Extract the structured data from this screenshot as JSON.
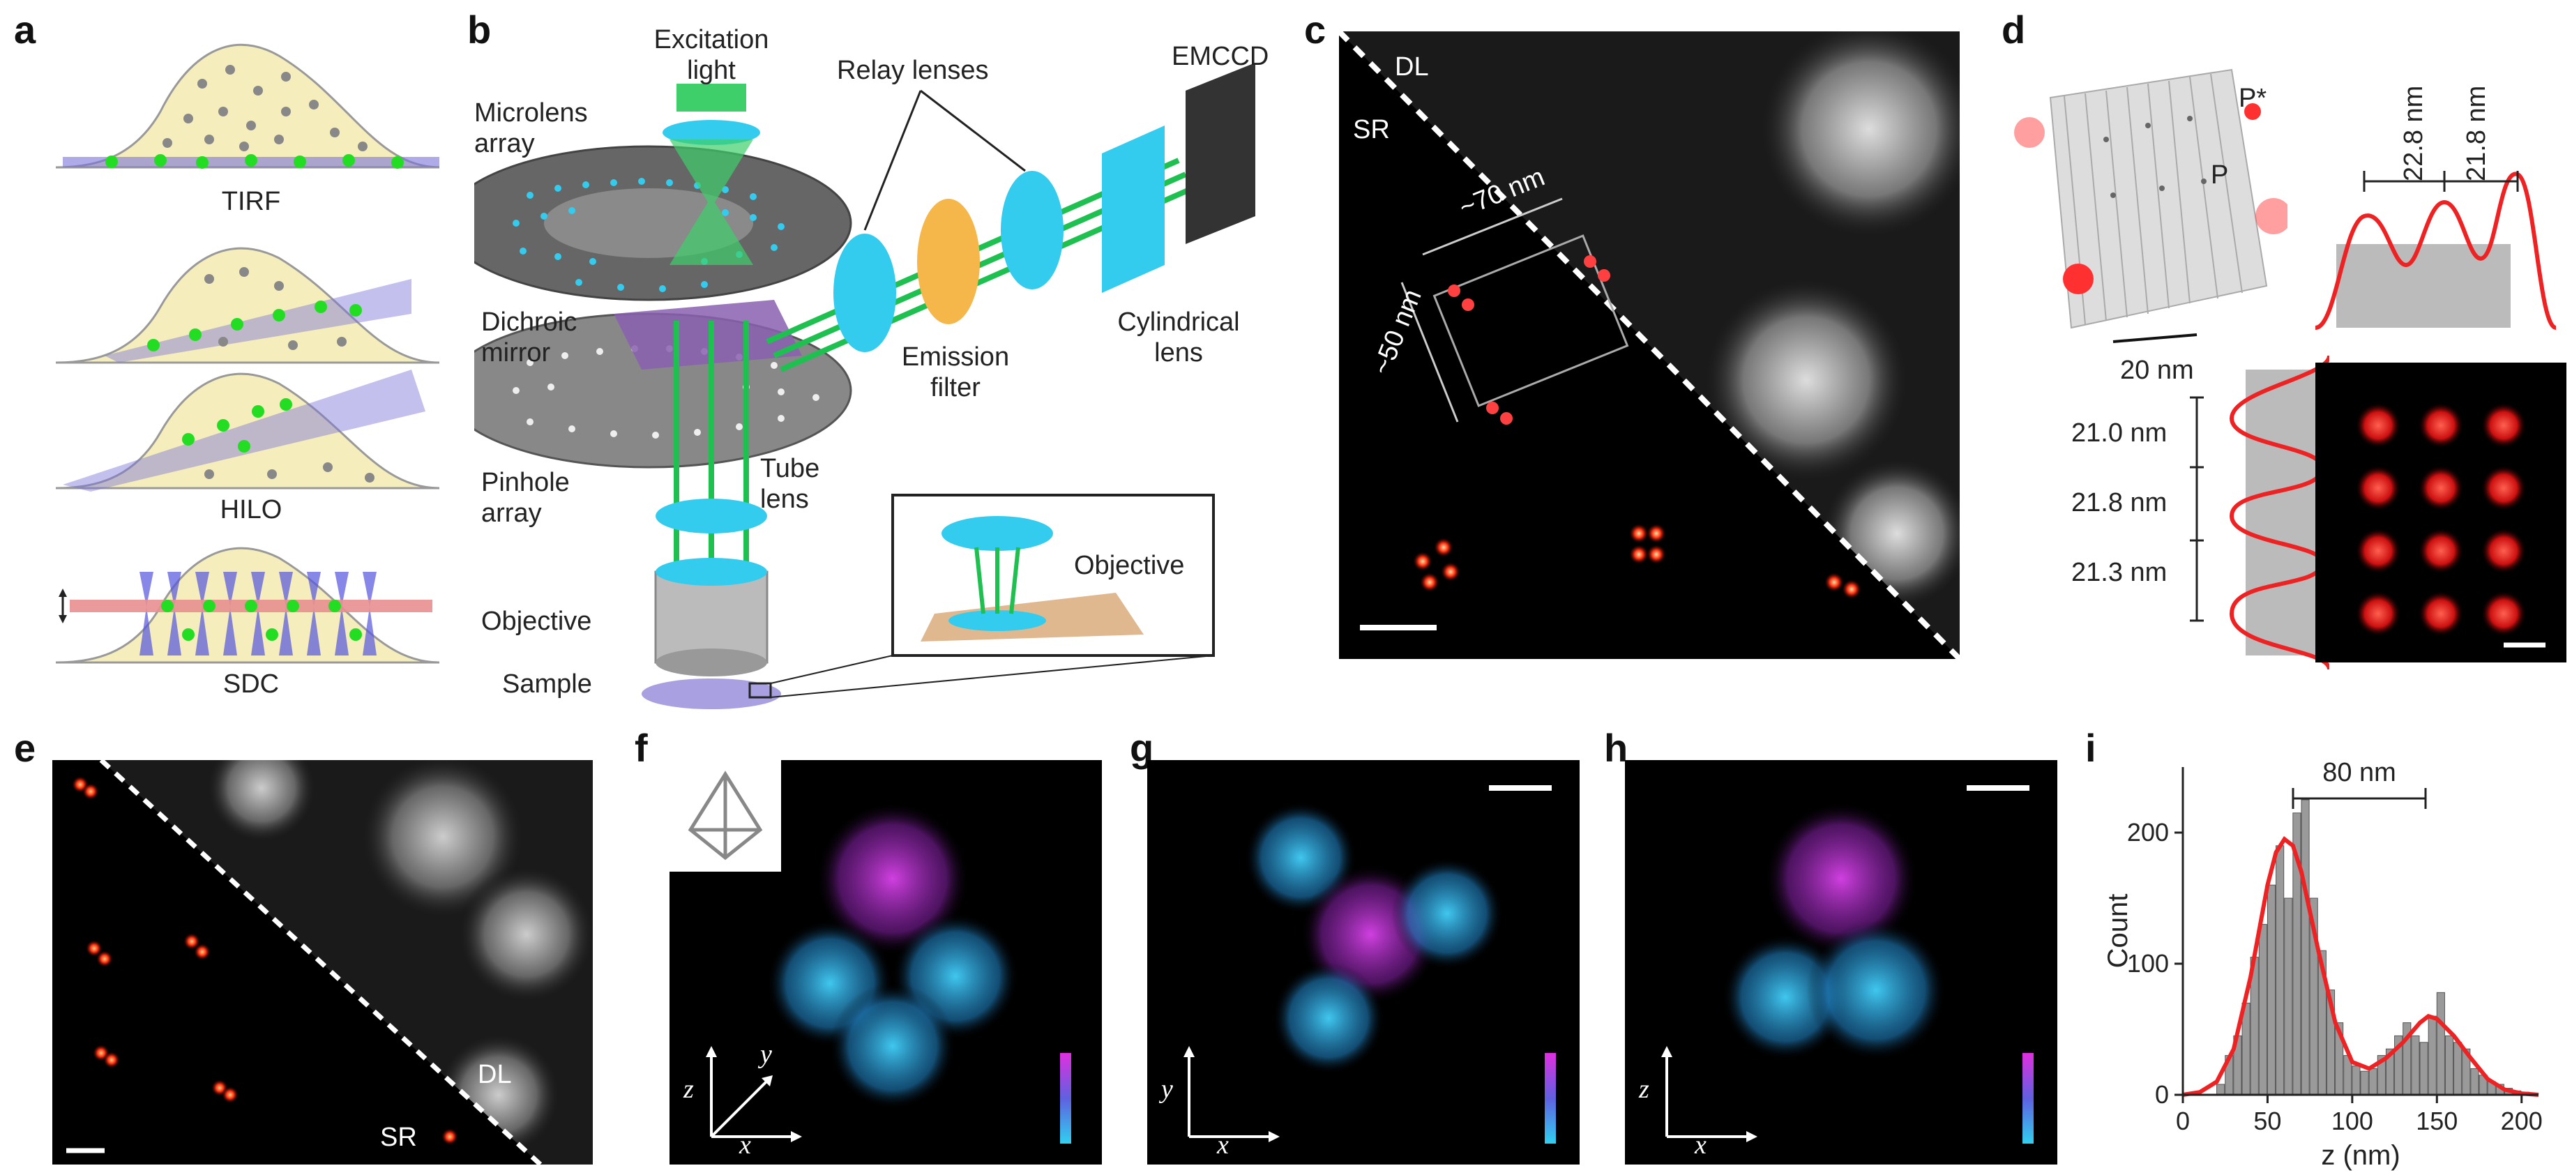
{
  "panel_labels": [
    "a",
    "b",
    "c",
    "d",
    "e",
    "f",
    "g",
    "h",
    "i"
  ],
  "panel_a": {
    "labels": [
      "TIRF",
      "HILO",
      "SDC"
    ]
  },
  "panel_b": {
    "labels": {
      "excitation": "Excitation\nlight",
      "microlens": "Microlens\narray",
      "relay": "Relay lenses",
      "emccd": "EMCCD",
      "dichroic": "Dichroic\nmirror",
      "emission": "Emission\nfilter",
      "cylindrical": "Cylindrical\nlens",
      "pinhole": "Pinhole\narray",
      "tube": "Tube\nlens",
      "objective": "Objective",
      "sample": "Sample",
      "inset_objective": "Objective"
    }
  },
  "panel_c": {
    "dl": "DL",
    "sr": "SR",
    "dim1": "~70 nm",
    "dim2": "~50 nm"
  },
  "panel_d": {
    "p_star": "P*",
    "p": "P",
    "width": "20 nm",
    "top_dims": [
      "22.8 nm",
      "21.8 nm"
    ],
    "side_dims": [
      "21.0 nm",
      "21.8 nm",
      "21.3 nm"
    ]
  },
  "panel_e": {
    "dl": "DL",
    "sr": "SR"
  },
  "panel_f": {
    "axes": [
      "z",
      "y",
      "x"
    ]
  },
  "panel_g": {
    "axes": [
      "y",
      "x"
    ]
  },
  "panel_h": {
    "axes": [
      "z",
      "x"
    ]
  },
  "chart_data": {
    "type": "bar",
    "xlabel": "z (nm)",
    "ylabel": "Count",
    "xlim": [
      0,
      210
    ],
    "ylim": [
      0,
      250
    ],
    "xticks": [
      0,
      50,
      100,
      150,
      200
    ],
    "yticks": [
      0,
      100,
      200
    ],
    "annotation": "80 nm",
    "bins": [
      20,
      25,
      30,
      35,
      40,
      45,
      50,
      55,
      60,
      65,
      70,
      75,
      80,
      85,
      90,
      95,
      100,
      105,
      110,
      115,
      120,
      125,
      130,
      135,
      140,
      145,
      150,
      155,
      160,
      165,
      170,
      175,
      180,
      185,
      190,
      195,
      200
    ],
    "counts": [
      8,
      30,
      45,
      70,
      105,
      130,
      160,
      190,
      150,
      215,
      225,
      150,
      110,
      80,
      55,
      30,
      22,
      18,
      20,
      30,
      35,
      45,
      55,
      45,
      40,
      60,
      78,
      45,
      40,
      35,
      20,
      15,
      10,
      8,
      5,
      3,
      2
    ],
    "fit_x": [
      0,
      10,
      20,
      30,
      40,
      50,
      55,
      60,
      65,
      70,
      75,
      80,
      90,
      100,
      110,
      120,
      130,
      140,
      145,
      150,
      160,
      170,
      180,
      190,
      200,
      210
    ],
    "fit_y": [
      0,
      2,
      10,
      35,
      90,
      160,
      185,
      195,
      190,
      170,
      140,
      110,
      55,
      25,
      20,
      28,
      40,
      55,
      60,
      58,
      45,
      28,
      12,
      4,
      1,
      0
    ]
  }
}
